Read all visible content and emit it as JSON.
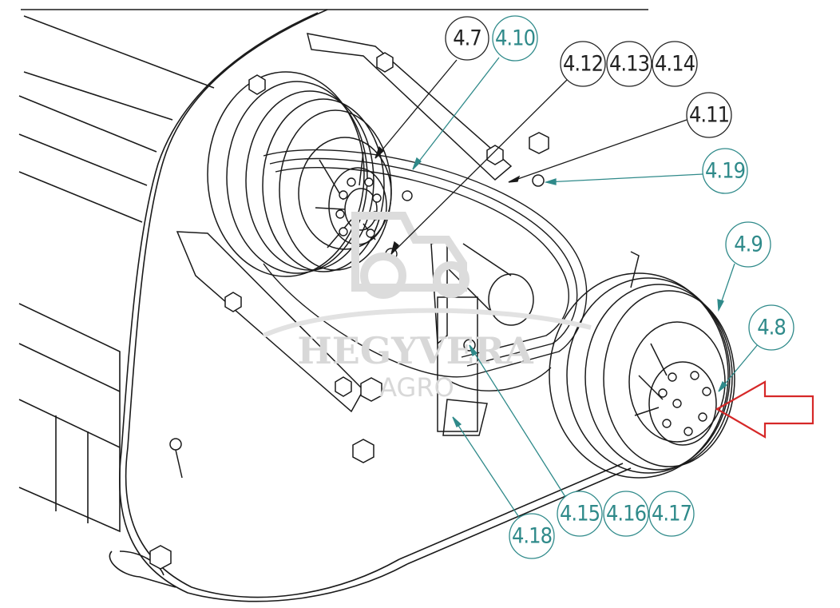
{
  "diagram": {
    "labels": [
      {
        "id": "4.7",
        "text": "4.7",
        "color": "#222222"
      },
      {
        "id": "4.10",
        "text": "4.10",
        "color": "#2f8a8a"
      },
      {
        "id": "4.12",
        "text": "4.12",
        "color": "#222222"
      },
      {
        "id": "4.13",
        "text": "4.13",
        "color": "#222222"
      },
      {
        "id": "4.14",
        "text": "4.14",
        "color": "#222222"
      },
      {
        "id": "4.11",
        "text": "4.11",
        "color": "#222222"
      },
      {
        "id": "4.19",
        "text": "4.19",
        "color": "#2f8a8a"
      },
      {
        "id": "4.9",
        "text": "4.9",
        "color": "#2f8a8a"
      },
      {
        "id": "4.8",
        "text": "4.8",
        "color": "#2f8a8a"
      },
      {
        "id": "4.15",
        "text": "4.15",
        "color": "#2f8a8a"
      },
      {
        "id": "4.16",
        "text": "4.16",
        "color": "#2f8a8a"
      },
      {
        "id": "4.17",
        "text": "4.17",
        "color": "#2f8a8a"
      },
      {
        "id": "4.18",
        "text": "4.18",
        "color": "#2f8a8a"
      }
    ],
    "watermark": {
      "line1": "HEGYVERA",
      "line2": "AGRO"
    },
    "arrow_color": "#d62828",
    "line_color": "#1a1a1a",
    "teal_color": "#2f8a8a"
  }
}
